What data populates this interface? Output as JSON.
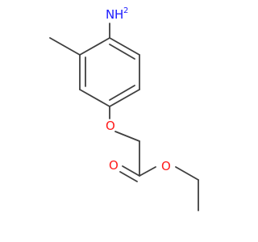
{
  "molecule": {
    "atoms": {
      "amine_n": "N",
      "amine_h": "H",
      "amine_h_count": "2",
      "ether_o": "O",
      "carbonyl_o": "O",
      "ester_o": "O"
    },
    "colors": {
      "bond": "#3f3f3f",
      "nitrogen": "#1a1aff",
      "oxygen": "#ff1a1a",
      "background": "#ffffff"
    }
  }
}
